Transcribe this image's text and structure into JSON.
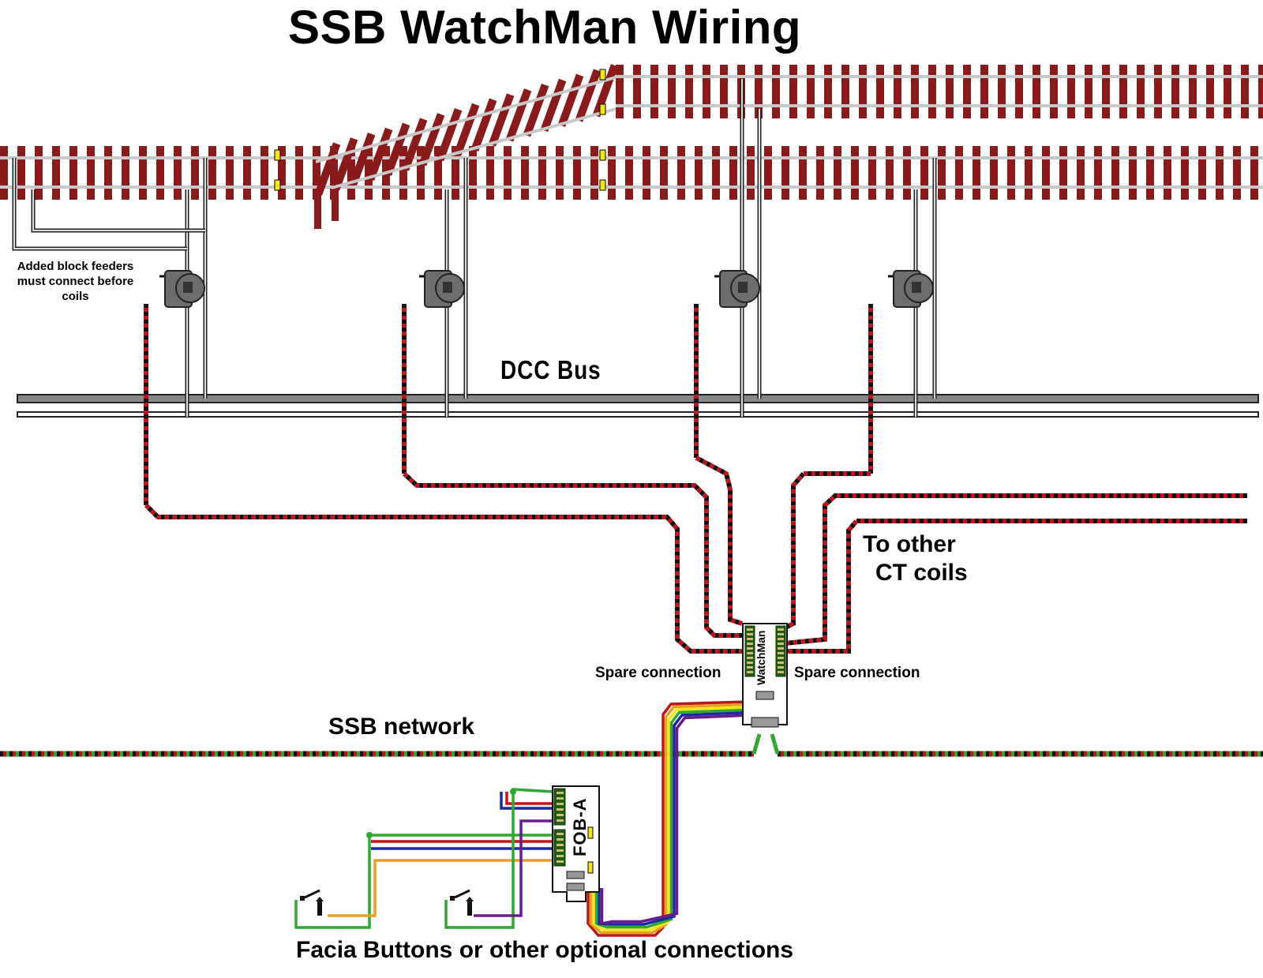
{
  "title": "SSB WatchMan Wiring",
  "labels": {
    "block_feeders_note": "Added block feeders must connect before coils",
    "dcc_bus": "DCC Bus",
    "to_other_line1": "To other",
    "to_other_line2": "CT coils",
    "spare_connection_left": "Spare connection",
    "spare_connection_right": "Spare connection",
    "ssb_network": "SSB network",
    "facia_buttons": "Facia Buttons or other optional connections"
  },
  "modules": {
    "watchman": "WatchMan",
    "fob": "FOB-A"
  },
  "components": {
    "current_transformer_coils": 4,
    "facia_buttons": 2,
    "track_lines": [
      "main line",
      "siding via turnout"
    ]
  },
  "colors": {
    "sleeper": "#8b1a1a",
    "rail": "#c8c8c8",
    "insulated_joiner": "#f5e61a",
    "coil_body": "#6e6e6e",
    "twisted_pair_a": "#c0141c",
    "twisted_pair_b": "#111111",
    "ssb_green": "#2ea82e",
    "ribbon": [
      "#c0141c",
      "#e8a020",
      "#f5e61a",
      "#2ea82e",
      "#1a2aa0",
      "#6a1a8a"
    ],
    "button_wire_green": "#2ea82e",
    "button_wire_orange": "#e8a020",
    "button_wire_purple": "#6a1a8a",
    "button_wire_blue": "#1a2aa0",
    "button_wire_red": "#c0141c"
  }
}
